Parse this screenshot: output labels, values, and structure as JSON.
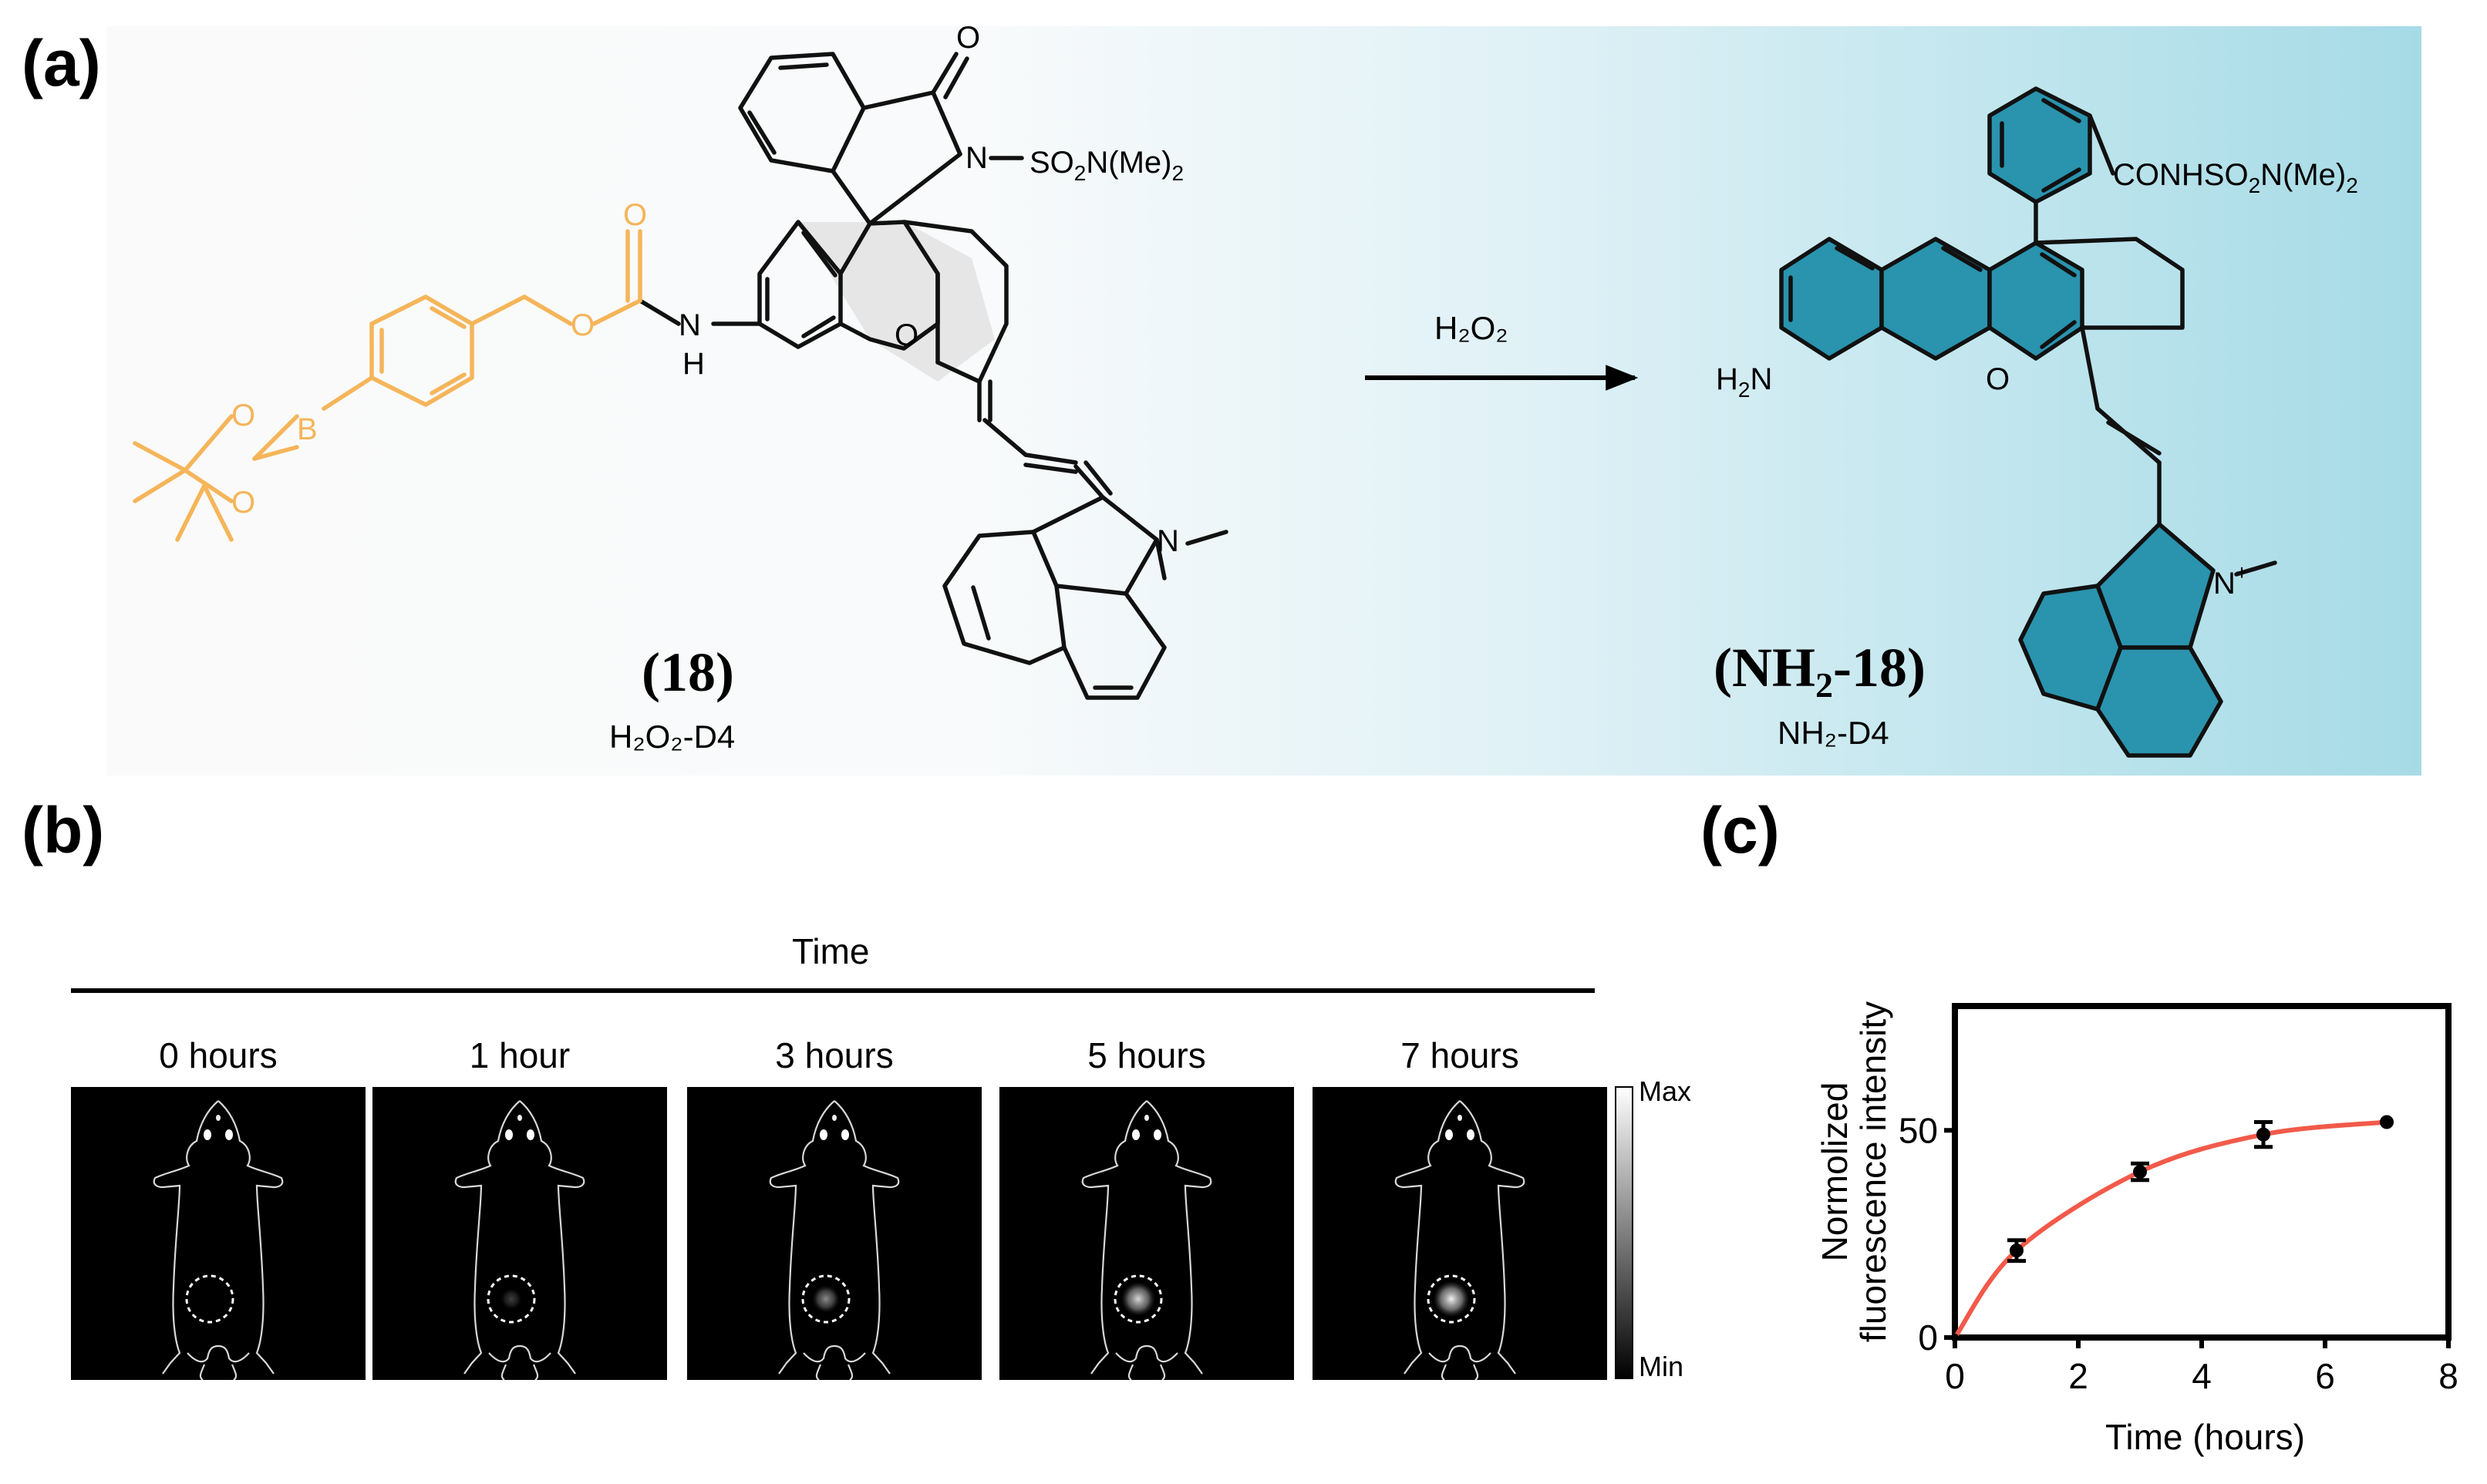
{
  "panels": {
    "a": "(a)",
    "b": "(b)",
    "c": "(c)"
  },
  "scheme": {
    "reactant_number": "(18)",
    "reactant_name": "H₂O₂-D4",
    "reagent": "H₂O₂",
    "product_number_prefix": "(NH",
    "product_number_sub": "2",
    "product_number_suffix": "-18)",
    "product_name": "NH₂-D4",
    "atom_labels": {
      "carbonyl_O": "O",
      "sulfonyl_N": "N",
      "sulfonamide_pre": "SO",
      "sulfonamide_sub": "2",
      "sulfonamide_post": "N(Me)",
      "sulfonamide_sub2": "2",
      "xanthene_O": "O",
      "carbamate_NH_N": "N",
      "carbamate_NH_H": "H",
      "carbamate_O1": "O",
      "carbamate_O2": "O",
      "boron": "B",
      "boronate_O1": "O",
      "boronate_O2": "O",
      "indole_N": "N",
      "product_amide_pre": "CONHSO",
      "product_amide_sub": "2",
      "product_amide_post": "N(Me)",
      "product_amide_sub2": "2",
      "product_amine_H": "H",
      "product_amine_sub": "2",
      "product_amine_N": "N",
      "product_xanthene_O": "O",
      "product_indolium_N": "N",
      "product_indolium_plus": "+"
    },
    "colors": {
      "pinacol": "#f5b55a",
      "product_fill": "#2a93ae",
      "gradient_end": "#a6dbe6"
    }
  },
  "imaging": {
    "axis_title": "Time",
    "timepoints": [
      "0 hours",
      "1 hour",
      "3 hours",
      "5 hours",
      "7 hours"
    ],
    "tumor_signal": [
      0.0,
      0.25,
      0.55,
      0.85,
      0.95
    ],
    "colorbar_max": "Max",
    "colorbar_min": "Min"
  },
  "chart_data": {
    "type": "line",
    "xlabel": "Time (hours)",
    "ylabel_line1": "Normolized",
    "ylabel_line2": "fluorescence intensity",
    "xlim": [
      0,
      8
    ],
    "ylim": [
      0,
      80
    ],
    "xticks": [
      "0",
      "2",
      "4",
      "6",
      "8"
    ],
    "yticks": [
      "0",
      "50"
    ],
    "x": [
      0,
      1,
      3,
      5,
      7
    ],
    "y": [
      0,
      21,
      40,
      49,
      52
    ],
    "error": [
      0,
      2.5,
      2,
      3,
      0
    ],
    "line_color": "#f25a4a"
  }
}
